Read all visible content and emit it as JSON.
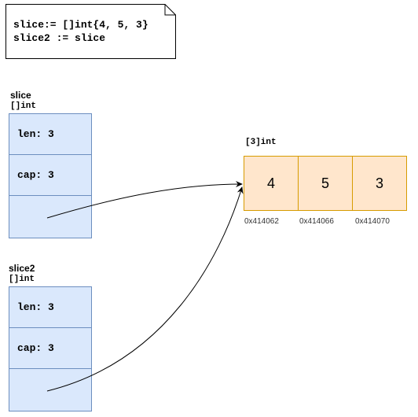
{
  "code_note": {
    "line1": "slice:= []int{4, 5, 3}",
    "line2": "slice2 := slice"
  },
  "slice1": {
    "name": "slice",
    "type": "[]int",
    "fields": [
      {
        "text": "len: 3"
      },
      {
        "text": "cap: 3"
      },
      {
        "text": ""
      }
    ]
  },
  "slice2": {
    "name": "slice2",
    "type": "[]int",
    "fields": [
      {
        "text": "len: 3"
      },
      {
        "text": "cap: 3"
      },
      {
        "text": ""
      }
    ]
  },
  "array": {
    "type": "[3]int",
    "elements": [
      {
        "value": "4",
        "address": "0x414062"
      },
      {
        "value": "5",
        "address": "0x414066"
      },
      {
        "value": "3",
        "address": "0x414070"
      }
    ]
  },
  "colors": {
    "struct_fill": "#dae8fc",
    "struct_stroke": "#6c8ebf",
    "array_fill": "#ffe6cc",
    "array_stroke": "#d79b00"
  }
}
